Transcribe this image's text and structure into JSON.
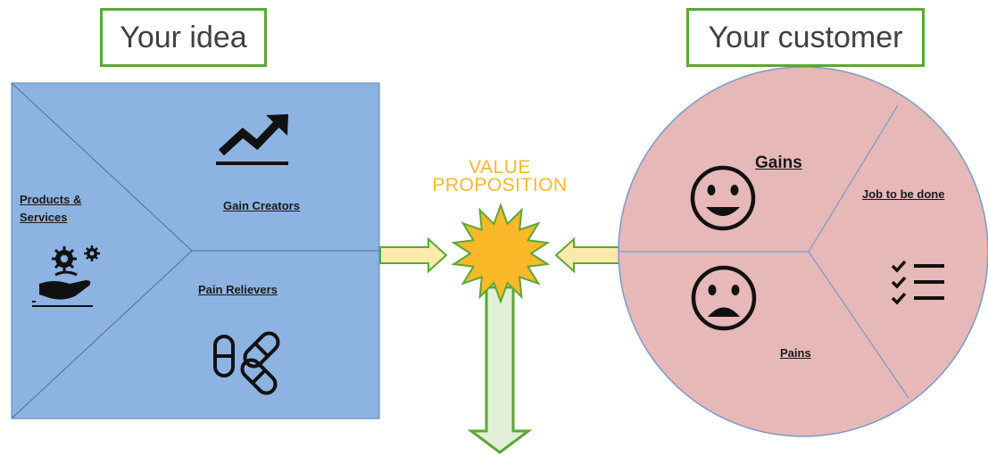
{
  "left_title": "Your idea",
  "right_title": "Your customer",
  "left": {
    "products_label": "Products & Services",
    "gain_creators_label": "Gain Creators",
    "pain_relievers_label": "Pain Relievers"
  },
  "center": {
    "line1": "VALUE",
    "line2": "PROPOSITION"
  },
  "right": {
    "gains_label": "Gains",
    "job_label": "Job to be done",
    "pains_label": "Pains"
  },
  "colors": {
    "square_fill": "#8db3e2",
    "circle_fill": "#e6b8b7",
    "border_green": "#5aa832",
    "star_fill": "#fbb829",
    "vp_text": "#f5b82e"
  }
}
